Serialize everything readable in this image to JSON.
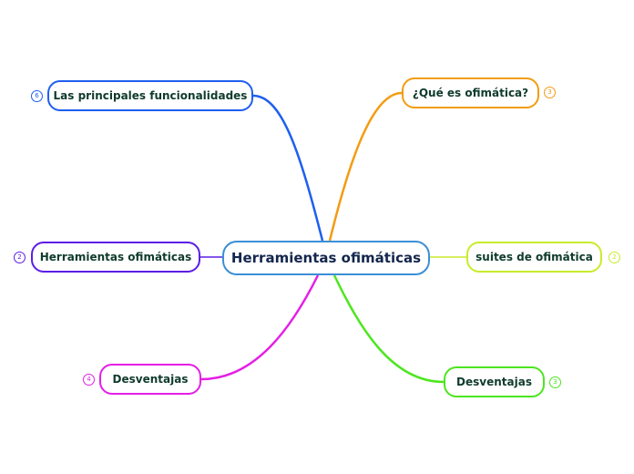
{
  "mindmap": {
    "root": {
      "label": "Herramientas ofimáticas",
      "color": "#3c8fd6"
    },
    "branches": [
      {
        "id": "principales",
        "label": "Las principales funcionalidades",
        "color": "#1e5ff0",
        "count": "6",
        "side": "left"
      },
      {
        "id": "que-es",
        "label": "¿Qué es ofimática?",
        "color": "#f39c12",
        "count": "3",
        "side": "right"
      },
      {
        "id": "herramientas",
        "label": "Herramientas ofimáticas",
        "color": "#5b1ee6",
        "count": "2",
        "side": "left"
      },
      {
        "id": "suites",
        "label": "suites de ofimática",
        "color": "#c8ec2a",
        "count": "2",
        "side": "right"
      },
      {
        "id": "desventajas-izq",
        "label": "Desventajas",
        "color": "#e51ee6",
        "count": "4",
        "side": "left"
      },
      {
        "id": "desventajas-der",
        "label": "Desventajas",
        "color": "#4ce61e",
        "count": "3",
        "side": "right"
      }
    ]
  }
}
